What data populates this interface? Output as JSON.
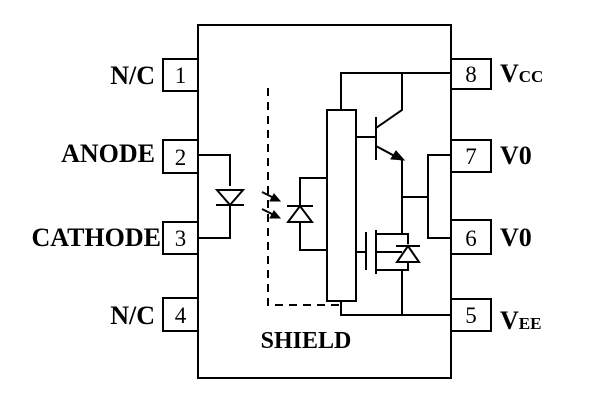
{
  "pins": [
    {
      "number": "1",
      "label": "N/C"
    },
    {
      "number": "2",
      "label": "ANODE"
    },
    {
      "number": "3",
      "label": "CATHODE"
    },
    {
      "number": "4",
      "label": "N/C"
    },
    {
      "number": "5",
      "label_main": "V",
      "label_sub": "EE"
    },
    {
      "number": "6",
      "label": "V0"
    },
    {
      "number": "7",
      "label": "V0"
    },
    {
      "number": "8",
      "label_main": "V",
      "label_sub": "CC"
    }
  ],
  "shield_label": "SHIELD"
}
